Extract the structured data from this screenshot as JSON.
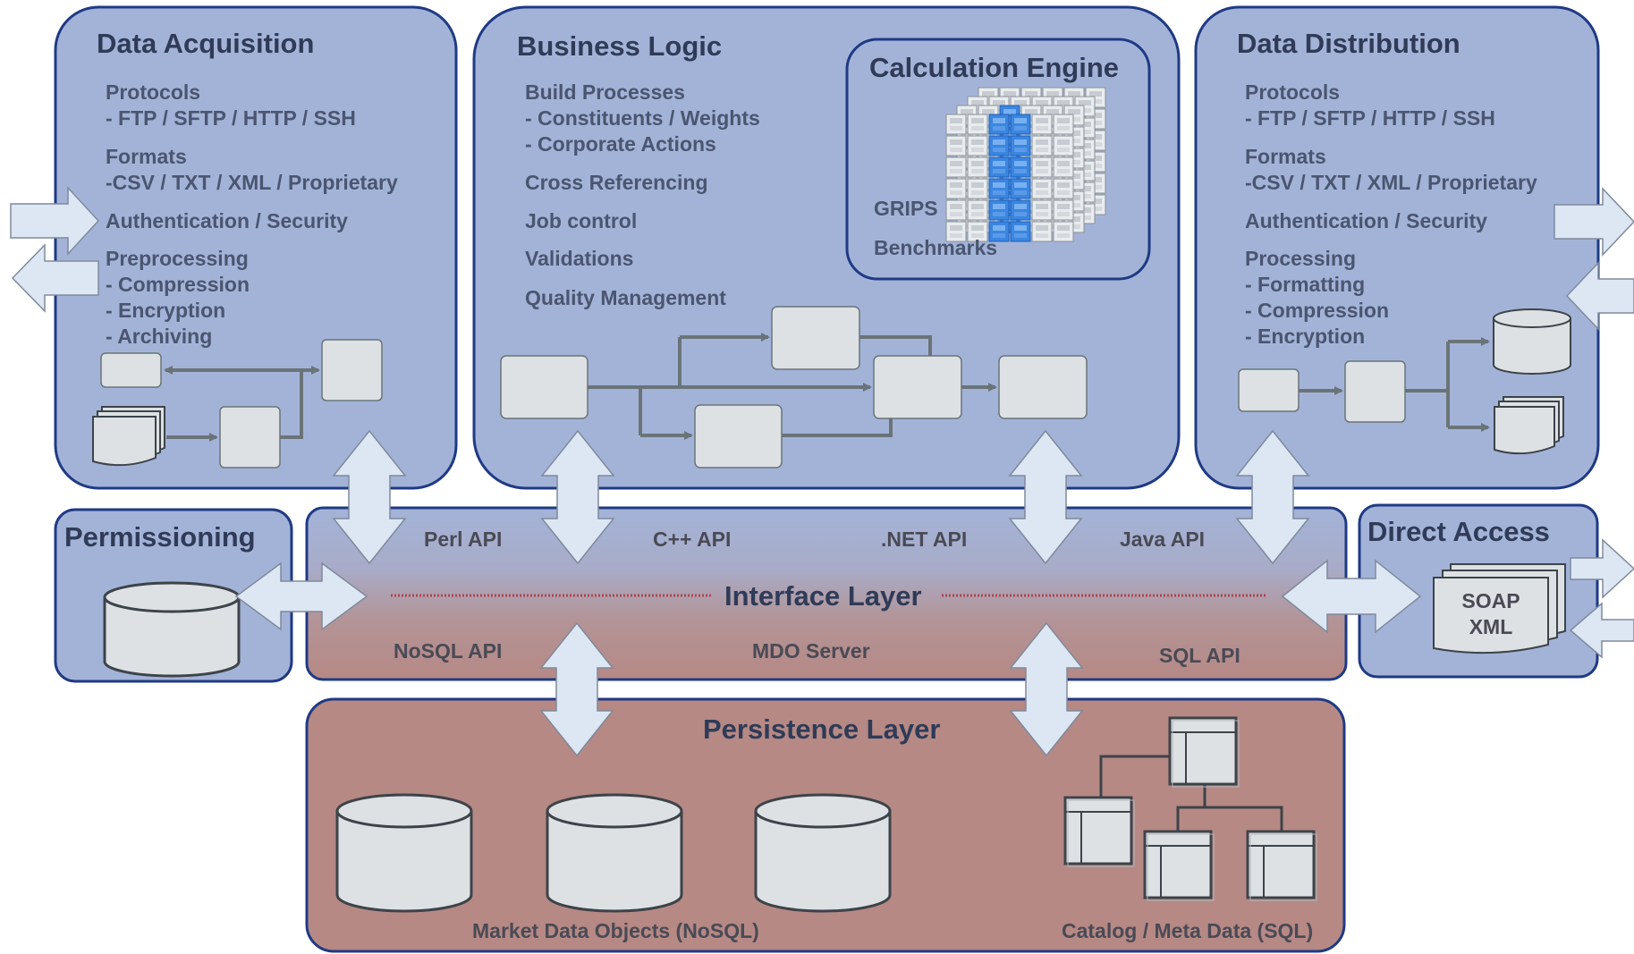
{
  "data_acquisition": {
    "title": "Data Acquisition",
    "items": [
      "Protocols",
      "- FTP / SFTP / HTTP / SSH",
      "Formats",
      "-CSV / TXT / XML / Proprietary",
      "Authentication / Security",
      "Preprocessing",
      "- Compression",
      "- Encryption",
      "- Archiving"
    ]
  },
  "business_logic": {
    "title": "Business Logic",
    "items": [
      "Build Processes",
      "- Constituents / Weights",
      "- Corporate Actions",
      "Cross Referencing",
      "Job control",
      "Validations",
      "Quality Management"
    ]
  },
  "calculation_engine": {
    "title": "Calculation Engine",
    "items": [
      "GRIPS",
      "Benchmarks"
    ]
  },
  "data_distribution": {
    "title": "Data Distribution",
    "items": [
      "Protocols",
      "- FTP / SFTP / HTTP / SSH",
      "Formats",
      "-CSV / TXT / XML / Proprietary",
      "Authentication / Security",
      "Processing",
      "- Formatting",
      "- Compression",
      "- Encryption"
    ]
  },
  "permissioning": {
    "title": "Permissioning"
  },
  "interface_layer": {
    "title": "Interface Layer",
    "apis_top": [
      "Perl API",
      "C++ API",
      ".NET API",
      "Java API"
    ],
    "apis_bottom": [
      "NoSQL API",
      "MDO Server",
      "SQL API"
    ]
  },
  "direct_access": {
    "title": "Direct Access",
    "doc_lines": [
      "SOAP",
      "XML"
    ]
  },
  "persistence_layer": {
    "title": "Persistence Layer",
    "nosql_label": "Market Data Objects (NoSQL)",
    "sql_label": "Catalog / Meta Data (SQL)"
  },
  "colors": {
    "panel_fill": "#a3b3d8",
    "panel_border": "#1f3a84",
    "persistence_fill": "#b68985",
    "box_fill": "#dde1e3",
    "arrow_fill": "#dde6f3",
    "cube_blue": "#3a86e0"
  }
}
